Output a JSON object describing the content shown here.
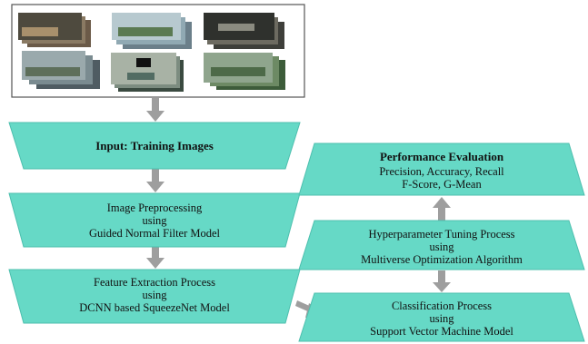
{
  "colors": {
    "box_fill": "#66D9C6",
    "box_stroke": "#4DBFAE",
    "arrow": "#9E9E9E",
    "image_panel_border": "#555555"
  },
  "image_panel": {
    "description_icons": [
      "image-stack-icon",
      "image-stack-icon",
      "image-stack-icon",
      "image-stack-icon",
      "image-stack-icon",
      "image-stack-icon"
    ]
  },
  "nodes": {
    "input": {
      "title": "Input: Training Images"
    },
    "preprocess": {
      "line1": "Image Preprocessing",
      "line2": "using",
      "line3": "Guided Normal Filter Model"
    },
    "feature": {
      "line1": "Feature Extraction Process",
      "line2": "using",
      "line3": "DCNN based SqueezeNet Model"
    },
    "classification": {
      "line1": "Classification Process",
      "line2": "using",
      "line3": "Support Vector Machine Model"
    },
    "hyperparam": {
      "line1": "Hyperparameter Tuning Process",
      "line2": "using",
      "line3": "Multiverse Optimization Algorithm"
    },
    "performance": {
      "title": "Performance Evaluation",
      "line2": "Precision, Accuracy, Recall",
      "line3": "F-Score, G-Mean"
    }
  }
}
